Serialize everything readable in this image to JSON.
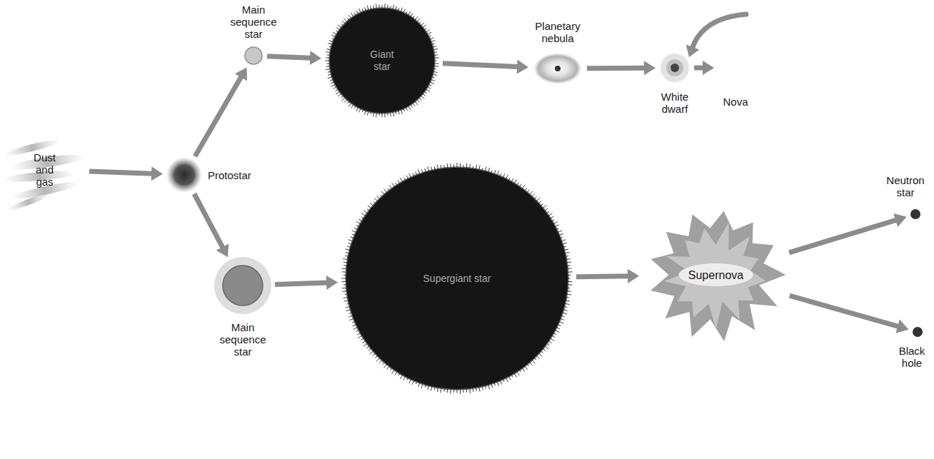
{
  "diagram": {
    "nodes": [
      {
        "text": [
          "Dust and gas"
        ]
      },
      {
        "text": [
          "Protostar"
        ]
      },
      {
        "text": [
          "Main sequence star"
        ]
      },
      {
        "text": [
          "Giant star"
        ]
      },
      {
        "text": [
          "Planetary nebula"
        ]
      },
      {
        "text": [
          "White dwarf"
        ]
      },
      {
        "text": [
          "Nova"
        ]
      },
      {
        "text": [
          "Main sequence star"
        ]
      },
      {
        "text": [
          "Supergiant star"
        ]
      },
      {
        "text": [
          "Supernova"
        ]
      },
      {
        "text": [
          "Neutron star"
        ]
      },
      {
        "text": [
          "Black hole"
        ]
      }
    ],
    "edges": [
      {
        "from": 0,
        "to": 1,
        "arrow": "to"
      },
      {
        "from": 1,
        "to": 2,
        "arrow": "to"
      },
      {
        "from": 2,
        "to": 3,
        "arrow": "to"
      },
      {
        "from": 3,
        "to": 4,
        "arrow": "to"
      },
      {
        "from": 4,
        "to": 5,
        "arrow": "to"
      },
      {
        "from": 5,
        "to": 6,
        "arrow": "to"
      },
      {
        "from": 1,
        "to": 7,
        "arrow": "to"
      },
      {
        "from": 7,
        "to": 8,
        "arrow": "to"
      },
      {
        "from": 8,
        "to": 9,
        "arrow": "to"
      },
      {
        "from": 9,
        "to": 10,
        "arrow": "to"
      },
      {
        "from": 9,
        "to": 11,
        "arrow": "to"
      }
    ]
  }
}
